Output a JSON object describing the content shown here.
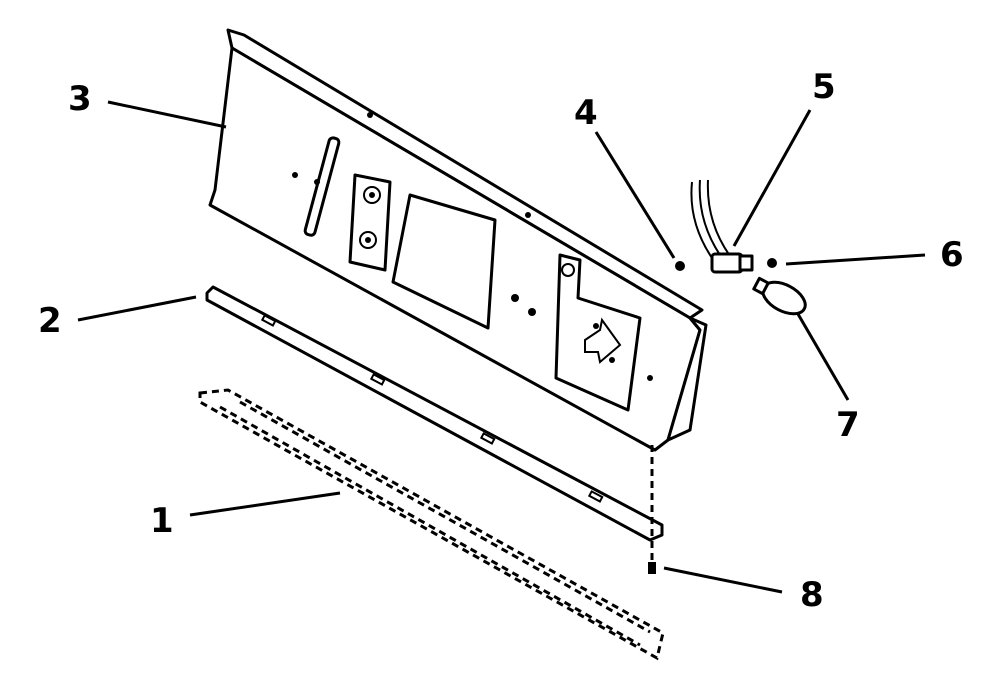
{
  "callouts": [
    {
      "id": "1",
      "label": "1",
      "part": "lower-trim-strip"
    },
    {
      "id": "2",
      "label": "2",
      "part": "mounting-channel"
    },
    {
      "id": "3",
      "label": "3",
      "part": "control-panel"
    },
    {
      "id": "4",
      "label": "4",
      "part": "screw"
    },
    {
      "id": "5",
      "label": "5",
      "part": "wire-harness"
    },
    {
      "id": "6",
      "label": "6",
      "part": "lamp-socket"
    },
    {
      "id": "7",
      "label": "7",
      "part": "lamp-bulb"
    },
    {
      "id": "8",
      "label": "8",
      "part": "bottom-screw"
    }
  ],
  "colors": {
    "ink": "#000000",
    "paper": "#ffffff"
  }
}
